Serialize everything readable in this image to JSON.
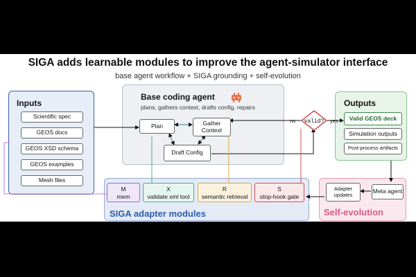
{
  "title": "SIGA adds learnable modules to improve the agent-simulator interface",
  "subtitle": "base agent workflow + SIGA grounding + self-evolution",
  "inputs": {
    "heading": "Inputs",
    "items": [
      "Scientific spec",
      "GEOS docs",
      "GEOS XSD schema",
      "GEOS examples",
      "Mesh files"
    ]
  },
  "agent": {
    "heading": "Base coding agent",
    "description": "plans, gathers context, drafts config, repairs",
    "plan": "Plan",
    "gather": "Gather Context",
    "draft": "Draft Config",
    "robot_icon": "robot-icon"
  },
  "decision": {
    "label": "valid?",
    "no": "no",
    "yes": "yes"
  },
  "outputs": {
    "heading": "Outputs",
    "items": [
      "Valid GEOS deck",
      "Simulation outputs",
      "Post-process artifacts"
    ]
  },
  "siga": {
    "label": "SIGA adapter modules",
    "modules": [
      {
        "letter": "M",
        "name": "mem",
        "color": "#9a6bd0"
      },
      {
        "letter": "X",
        "name": "validate xml tool",
        "color": "#4fa88c"
      },
      {
        "letter": "R",
        "name": "semantic retrieval",
        "color": "#e2a83c"
      },
      {
        "letter": "S",
        "name": "stop-hook gate",
        "color": "#d24e4e"
      }
    ]
  },
  "self_evolution": {
    "label": "Self-evolution",
    "adapter_updates": "Adapter updates",
    "meta_agent": "Meta agent"
  }
}
